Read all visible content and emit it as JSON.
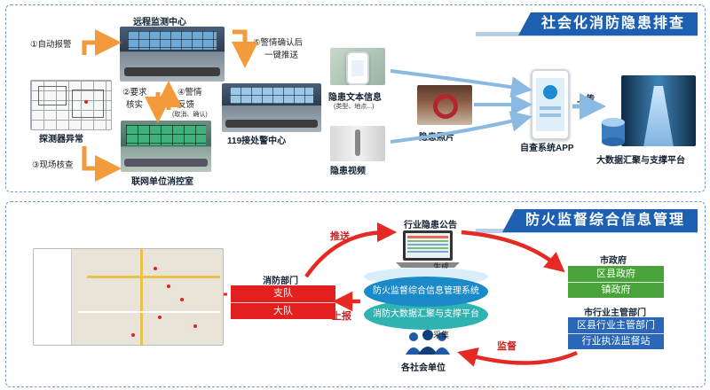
{
  "top_section": {
    "banner": "社会化消防隐患排查",
    "steps": {
      "auto_alarm": "①自动报警",
      "remote_center": "远程监测中心",
      "confirm_push_line1": "⑤警情确认后",
      "confirm_push_line2": "一键推送",
      "require_verify_line1": "②要求",
      "require_verify_line2": "核实",
      "feedback_line1": "④警情",
      "feedback_line2": "反馈",
      "feedback_line3": "(取消、确认)",
      "detector_abnormal": "探测器异常",
      "dispatch_119": "119接处警中心",
      "onsite_check": "③现场核查",
      "linked_control": "联网单位消控室"
    },
    "app_flow": {
      "hazard_text": "隐患文本信息",
      "hazard_text_sub": "(类型、地点...)",
      "hazard_photo": "隐患照片",
      "hazard_video": "隐患视频",
      "self_check_app": "自查系统APP",
      "upload": "上传",
      "big_data": "大数据汇聚与支撑平台"
    }
  },
  "bottom_section": {
    "banner": "防火监督综合信息管理",
    "push": "推送",
    "announcement": "行业隐患公告",
    "generate": "生成",
    "fire_dept": {
      "title": "消防部门",
      "rows": [
        "支队",
        "大队"
      ]
    },
    "report_up": "上报",
    "platform_top": "防火监督综合信息管理系统",
    "platform_bottom": "消防大数据汇聚与支撑平台",
    "collect": "采集",
    "social_units": "各社会单位",
    "supervise": "监督",
    "municipal": {
      "title": "市政府",
      "rows": [
        "区县政府",
        "镇政府"
      ]
    },
    "industry": {
      "title": "市行业主管部门",
      "rows": [
        "区县行业主管部门",
        "行业执法监督站"
      ]
    }
  }
}
